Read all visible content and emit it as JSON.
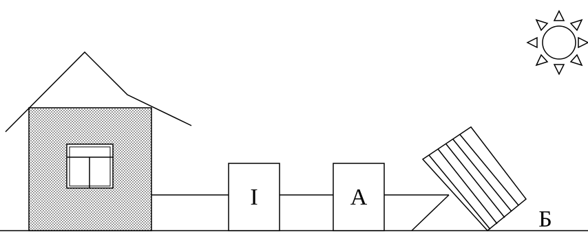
{
  "diagram": {
    "blocks": [
      {
        "id": "inverter",
        "label": "I"
      },
      {
        "id": "battery",
        "label": "A"
      }
    ],
    "panel_label": "Б",
    "colors": {
      "stroke": "#000000",
      "background": "#ffffff",
      "wall_fill": "#d9d9d9",
      "dot": "#555555"
    }
  }
}
